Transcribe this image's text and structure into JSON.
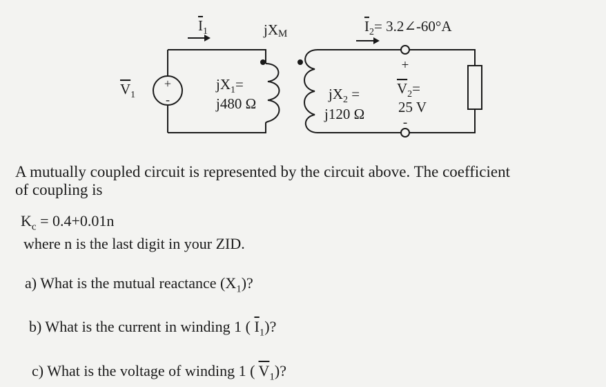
{
  "circuit": {
    "i1_label": "I",
    "i1_sub": "1",
    "xm_label": "jX",
    "xm_sub": "M",
    "i2_label": "I",
    "i2_sub": "2",
    "i2_value": "= 3.2∠-60°A",
    "v1_label": "V",
    "v1_sub": "1",
    "plus_sign": "+",
    "minus_sign": "-",
    "x1_line1_prefix": "jX",
    "x1_line1_sub": "1",
    "x1_line1_suffix": "=",
    "x1_line2": "j480 Ω",
    "x2_line1_prefix": "jX",
    "x2_line1_sub": "2",
    "x2_line1_suffix": " =",
    "x2_line2": "j120 Ω",
    "v2_plus": "+",
    "v2_minus": "-",
    "v2_label": "V",
    "v2_sub": "2",
    "v2_eq": "=",
    "v2_value": "25 V"
  },
  "text": {
    "problem_line1": "A mutually coupled circuit is represented by the circuit above.  The coefficient",
    "problem_line2": "of coupling is",
    "formula_k": "K",
    "formula_sub": "c",
    "formula_rest": " = 0.4+0.01n",
    "formula_note": "where n is the last digit in your ZID."
  },
  "questions": {
    "a_text": "a) What is the mutual reactance (X",
    "a_sub": "1",
    "a_end": ")?",
    "b_text": "b) What is the current in winding 1 ( ",
    "b_var": "I",
    "b_sub": "1",
    "b_end": ")?",
    "c_text": "c) What is the voltage of winding 1 ( ",
    "c_var": "V",
    "c_sub": "1",
    "c_end": ")?"
  }
}
